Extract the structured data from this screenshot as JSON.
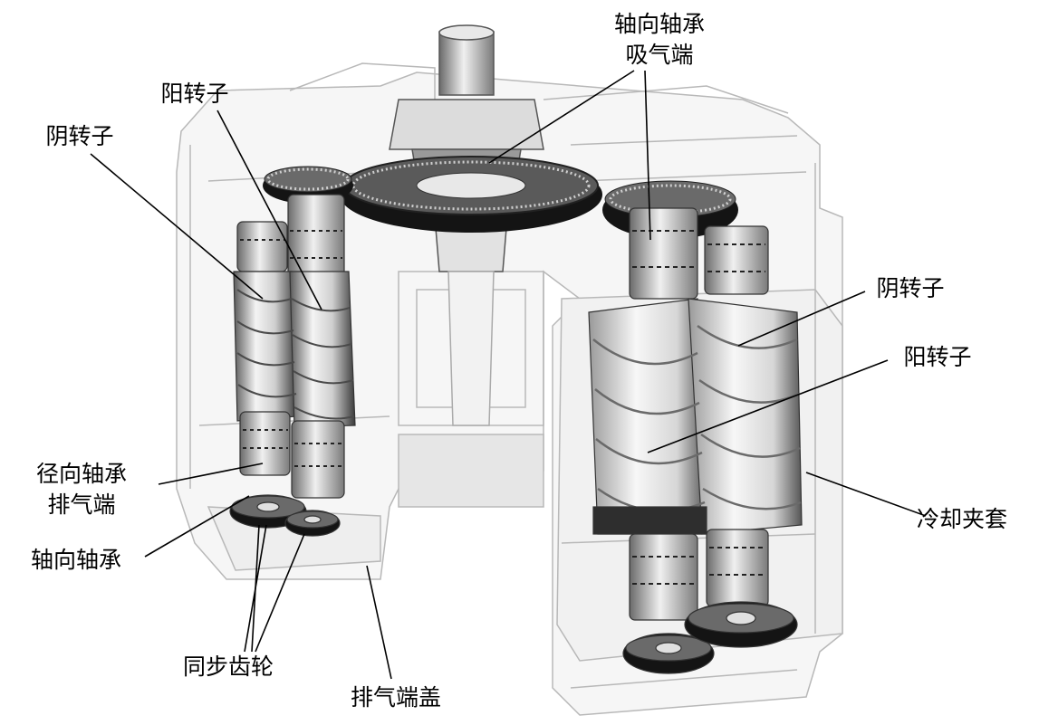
{
  "labels": {
    "axial_bearing_suction_line1": "轴向轴承",
    "axial_bearing_suction_line2": "吸气端",
    "male_rotor_left": "阳转子",
    "female_rotor_left": "阴转子",
    "female_rotor_right": "阴转子",
    "male_rotor_right": "阳转子",
    "radial_bearing_line1": "径向轴承",
    "radial_bearing_line2": "排气端",
    "axial_bearing": "轴向轴承",
    "sync_gears": "同步齿轮",
    "discharge_cover": "排气端盖",
    "cooling_jacket": "冷却夹套"
  },
  "colors": {
    "background": "#ffffff",
    "frame_stroke": "#b8b8b8",
    "frame_fill": "#f2f2f2",
    "metal_light": "#e4e4e4",
    "metal_mid": "#a8a8a8",
    "metal_dark": "#3c3c3c",
    "gear_black": "#111111",
    "leader_line": "#000000"
  }
}
